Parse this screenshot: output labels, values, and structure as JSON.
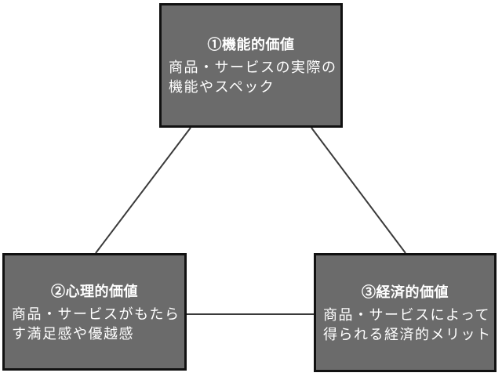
{
  "diagram": {
    "nodes": [
      {
        "id": "functional-value",
        "title": "①機能的価値",
        "body_lines": [
          "商品・サービスの実際の",
          "機能やスペック"
        ]
      },
      {
        "id": "psychological-value",
        "title": "②心理的価値",
        "body_lines": [
          "商品・サービスがもたら",
          "す満足感や優越感"
        ]
      },
      {
        "id": "economic-value",
        "title": "③経済的価値",
        "body_lines": [
          "商品・サービスによって",
          "得られる経済的メリット"
        ]
      }
    ],
    "edges": [
      {
        "from": "functional-value",
        "to": "psychological-value"
      },
      {
        "from": "functional-value",
        "to": "economic-value"
      },
      {
        "from": "psychological-value",
        "to": "economic-value"
      }
    ],
    "colors": {
      "node_fill": "#6b6b6b",
      "node_border": "#111111",
      "node_text": "#ffffff",
      "connector": "#3a3a3a",
      "background": "#ffffff"
    }
  }
}
